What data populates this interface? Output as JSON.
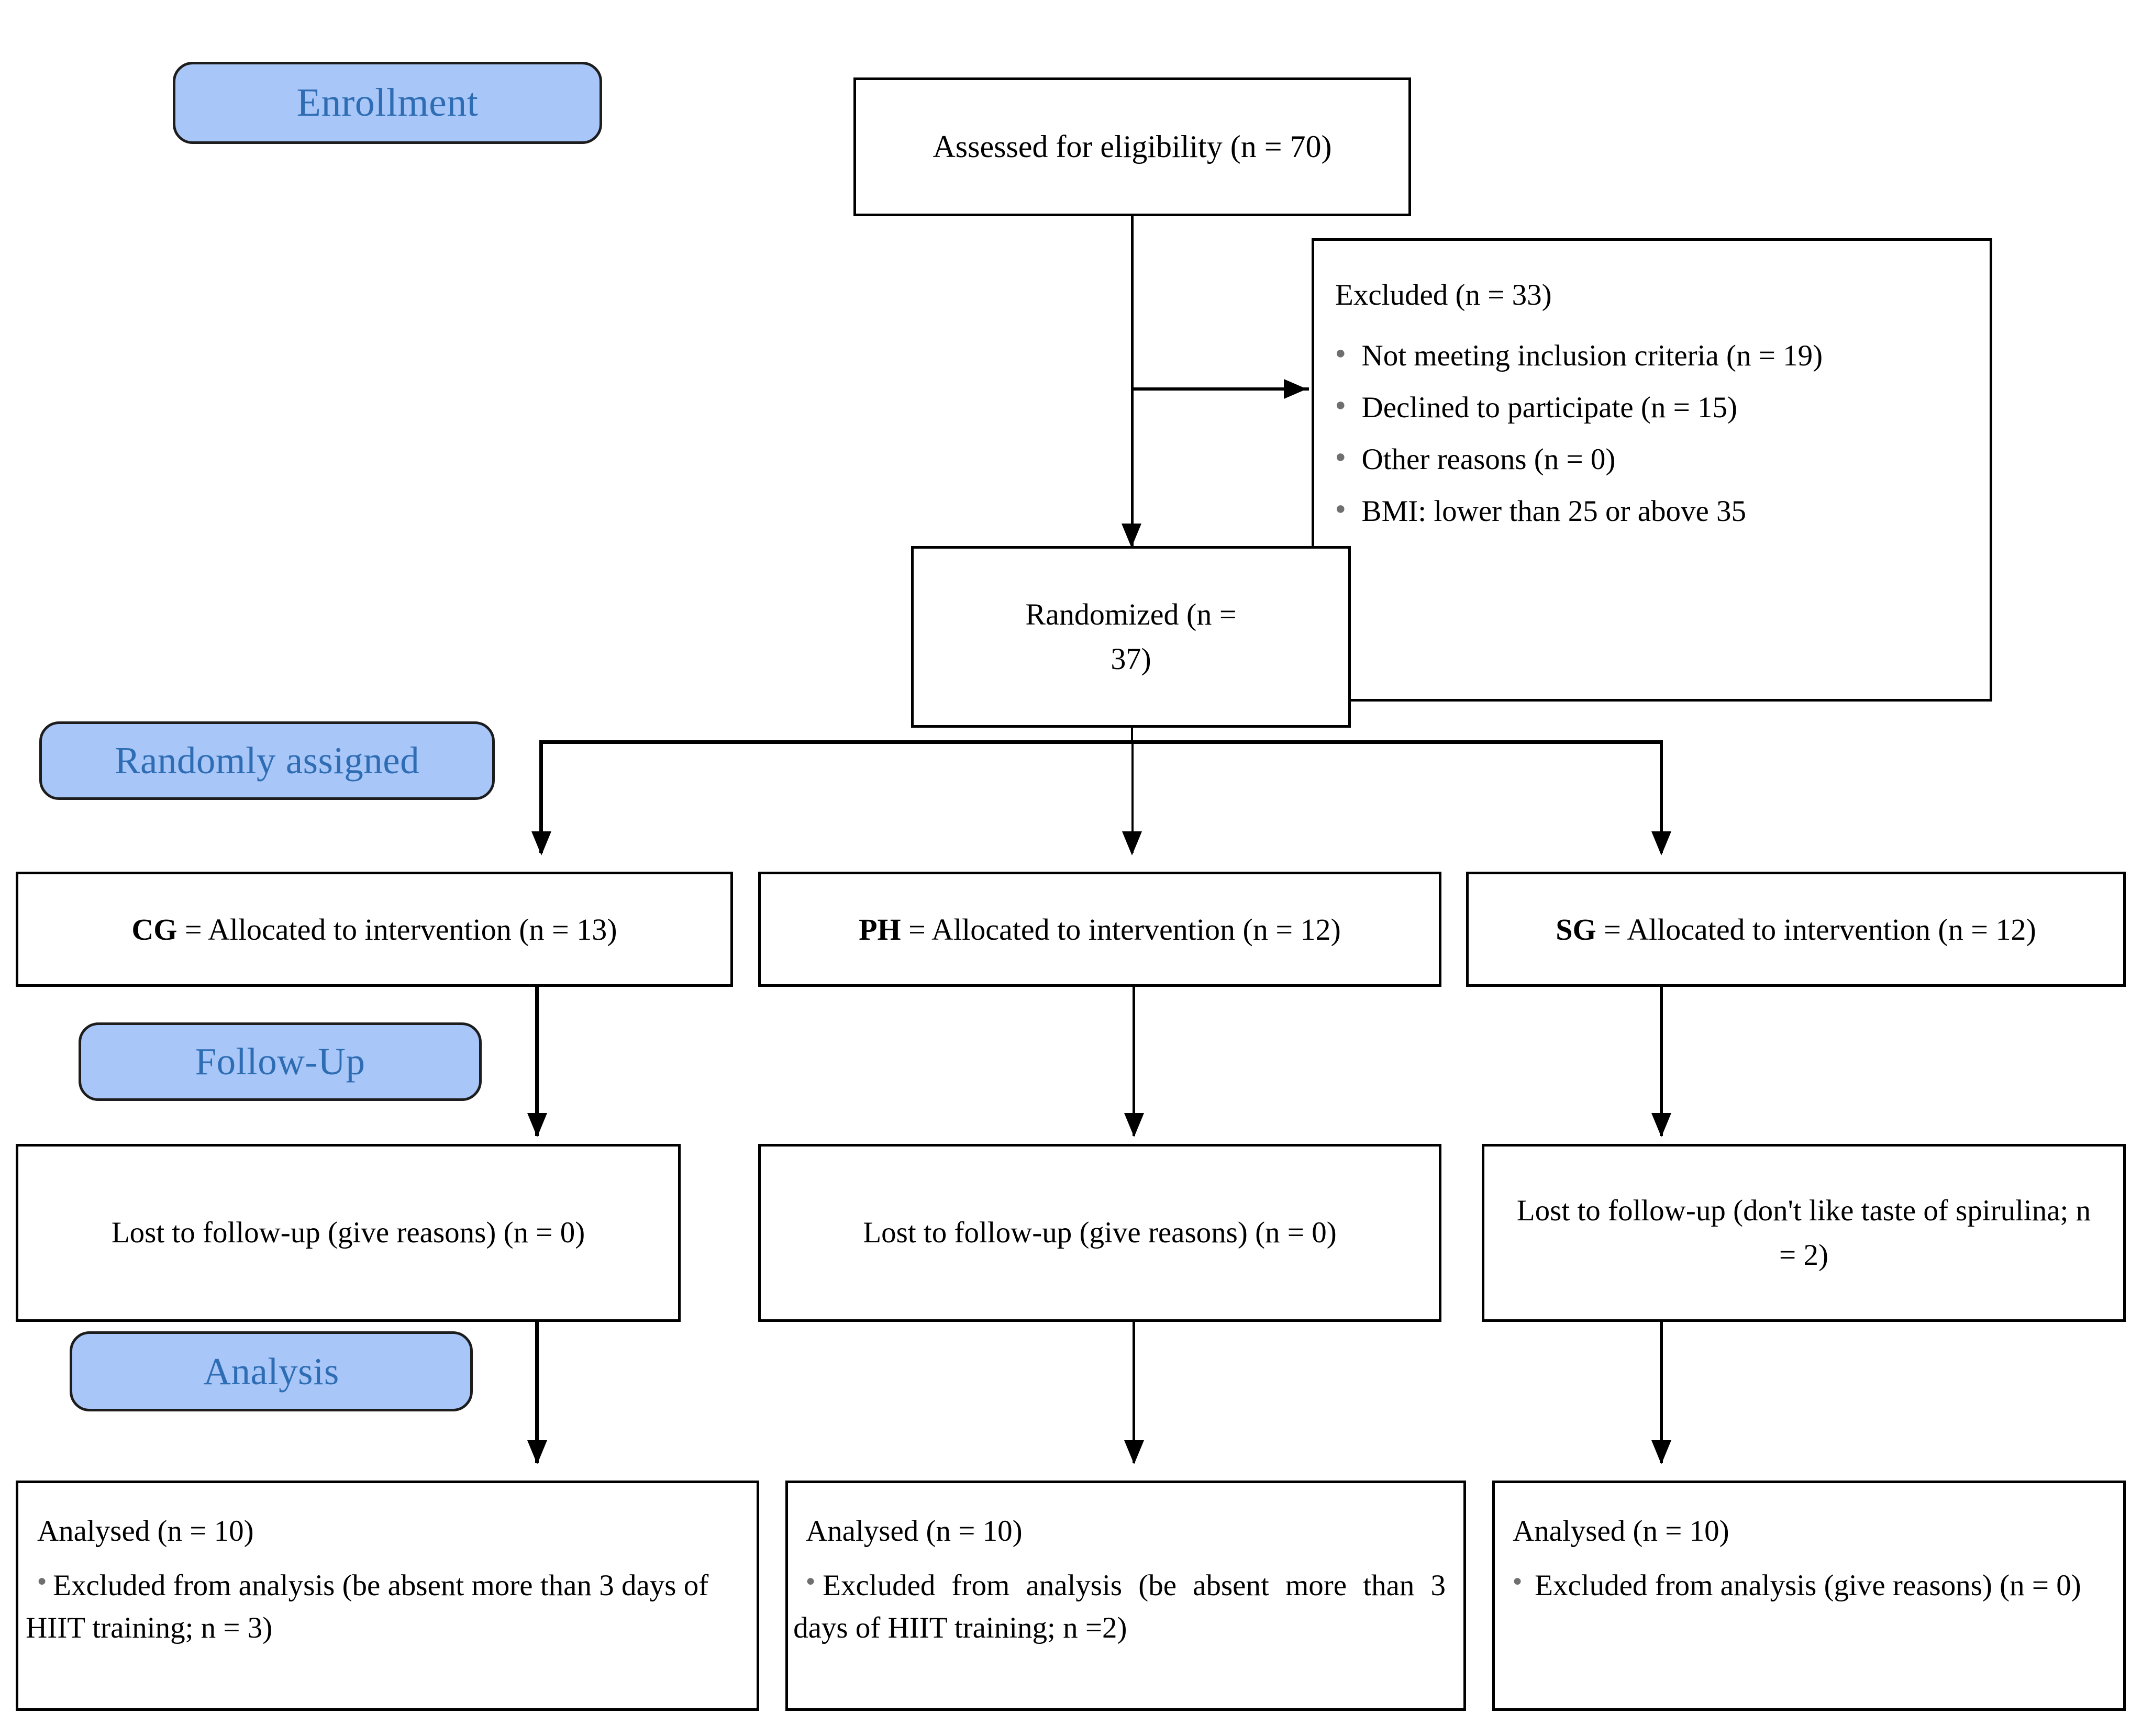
{
  "diagram": {
    "type": "consort-flow-diagram",
    "stage_labels": [
      {
        "id": "enrollment",
        "text": "Enrollment"
      },
      {
        "id": "randomly-assigned",
        "text": "Randomly assigned"
      },
      {
        "id": "follow-up",
        "text": "Follow-Up"
      },
      {
        "id": "analysis",
        "text": "Analysis"
      }
    ],
    "colors": {
      "stage_fill": "#A8C6F7",
      "stage_text": "#2E6DB4",
      "box_border": "#000000",
      "box_fill": "#FFFFFF",
      "text": "#000000",
      "bullet": "#6F6F6F"
    },
    "nodes": {
      "assessed": {
        "text": "Assessed for eligibility  (n = 70)"
      },
      "excluded": {
        "heading": "Excluded (n = 33)",
        "bullets": [
          "Not meeting inclusion criteria (n = 19)",
          "Declined to participate (n = 15)",
          "Other reasons (n = 0)",
          "BMI: lower than 25 or above 35"
        ]
      },
      "randomized": {
        "text": "Randomized (n = 37)"
      },
      "allocation": [
        {
          "tag": "CG",
          "rest": " = Allocated to intervention (n = 13)"
        },
        {
          "tag": "PH",
          "rest": " = Allocated to intervention (n = 12)"
        },
        {
          "tag": "SG",
          "rest": " = Allocated to intervention (n = 12)"
        }
      ],
      "followup": [
        {
          "text": "Lost to follow-up (give reasons) (n = 0)"
        },
        {
          "text": "Lost to follow-up (give reasons) (n = 0)"
        },
        {
          "text": "Lost to follow-up (don't like taste of spirulina; n = 2)"
        }
      ],
      "analysis": [
        {
          "heading": "Analysed (n = 10)",
          "bullet": "Excluded from analysis (be absent more than 3 days of HIIT training; n = 3)"
        },
        {
          "heading": "Analysed (n = 10)",
          "bullet": "Excluded from analysis (be absent more than 3 days of HIIT training; n =2)"
        },
        {
          "heading": "Analysed (n = 10)",
          "bullet": "Excluded from analysis (give reasons) (n = 0)"
        }
      ]
    }
  }
}
